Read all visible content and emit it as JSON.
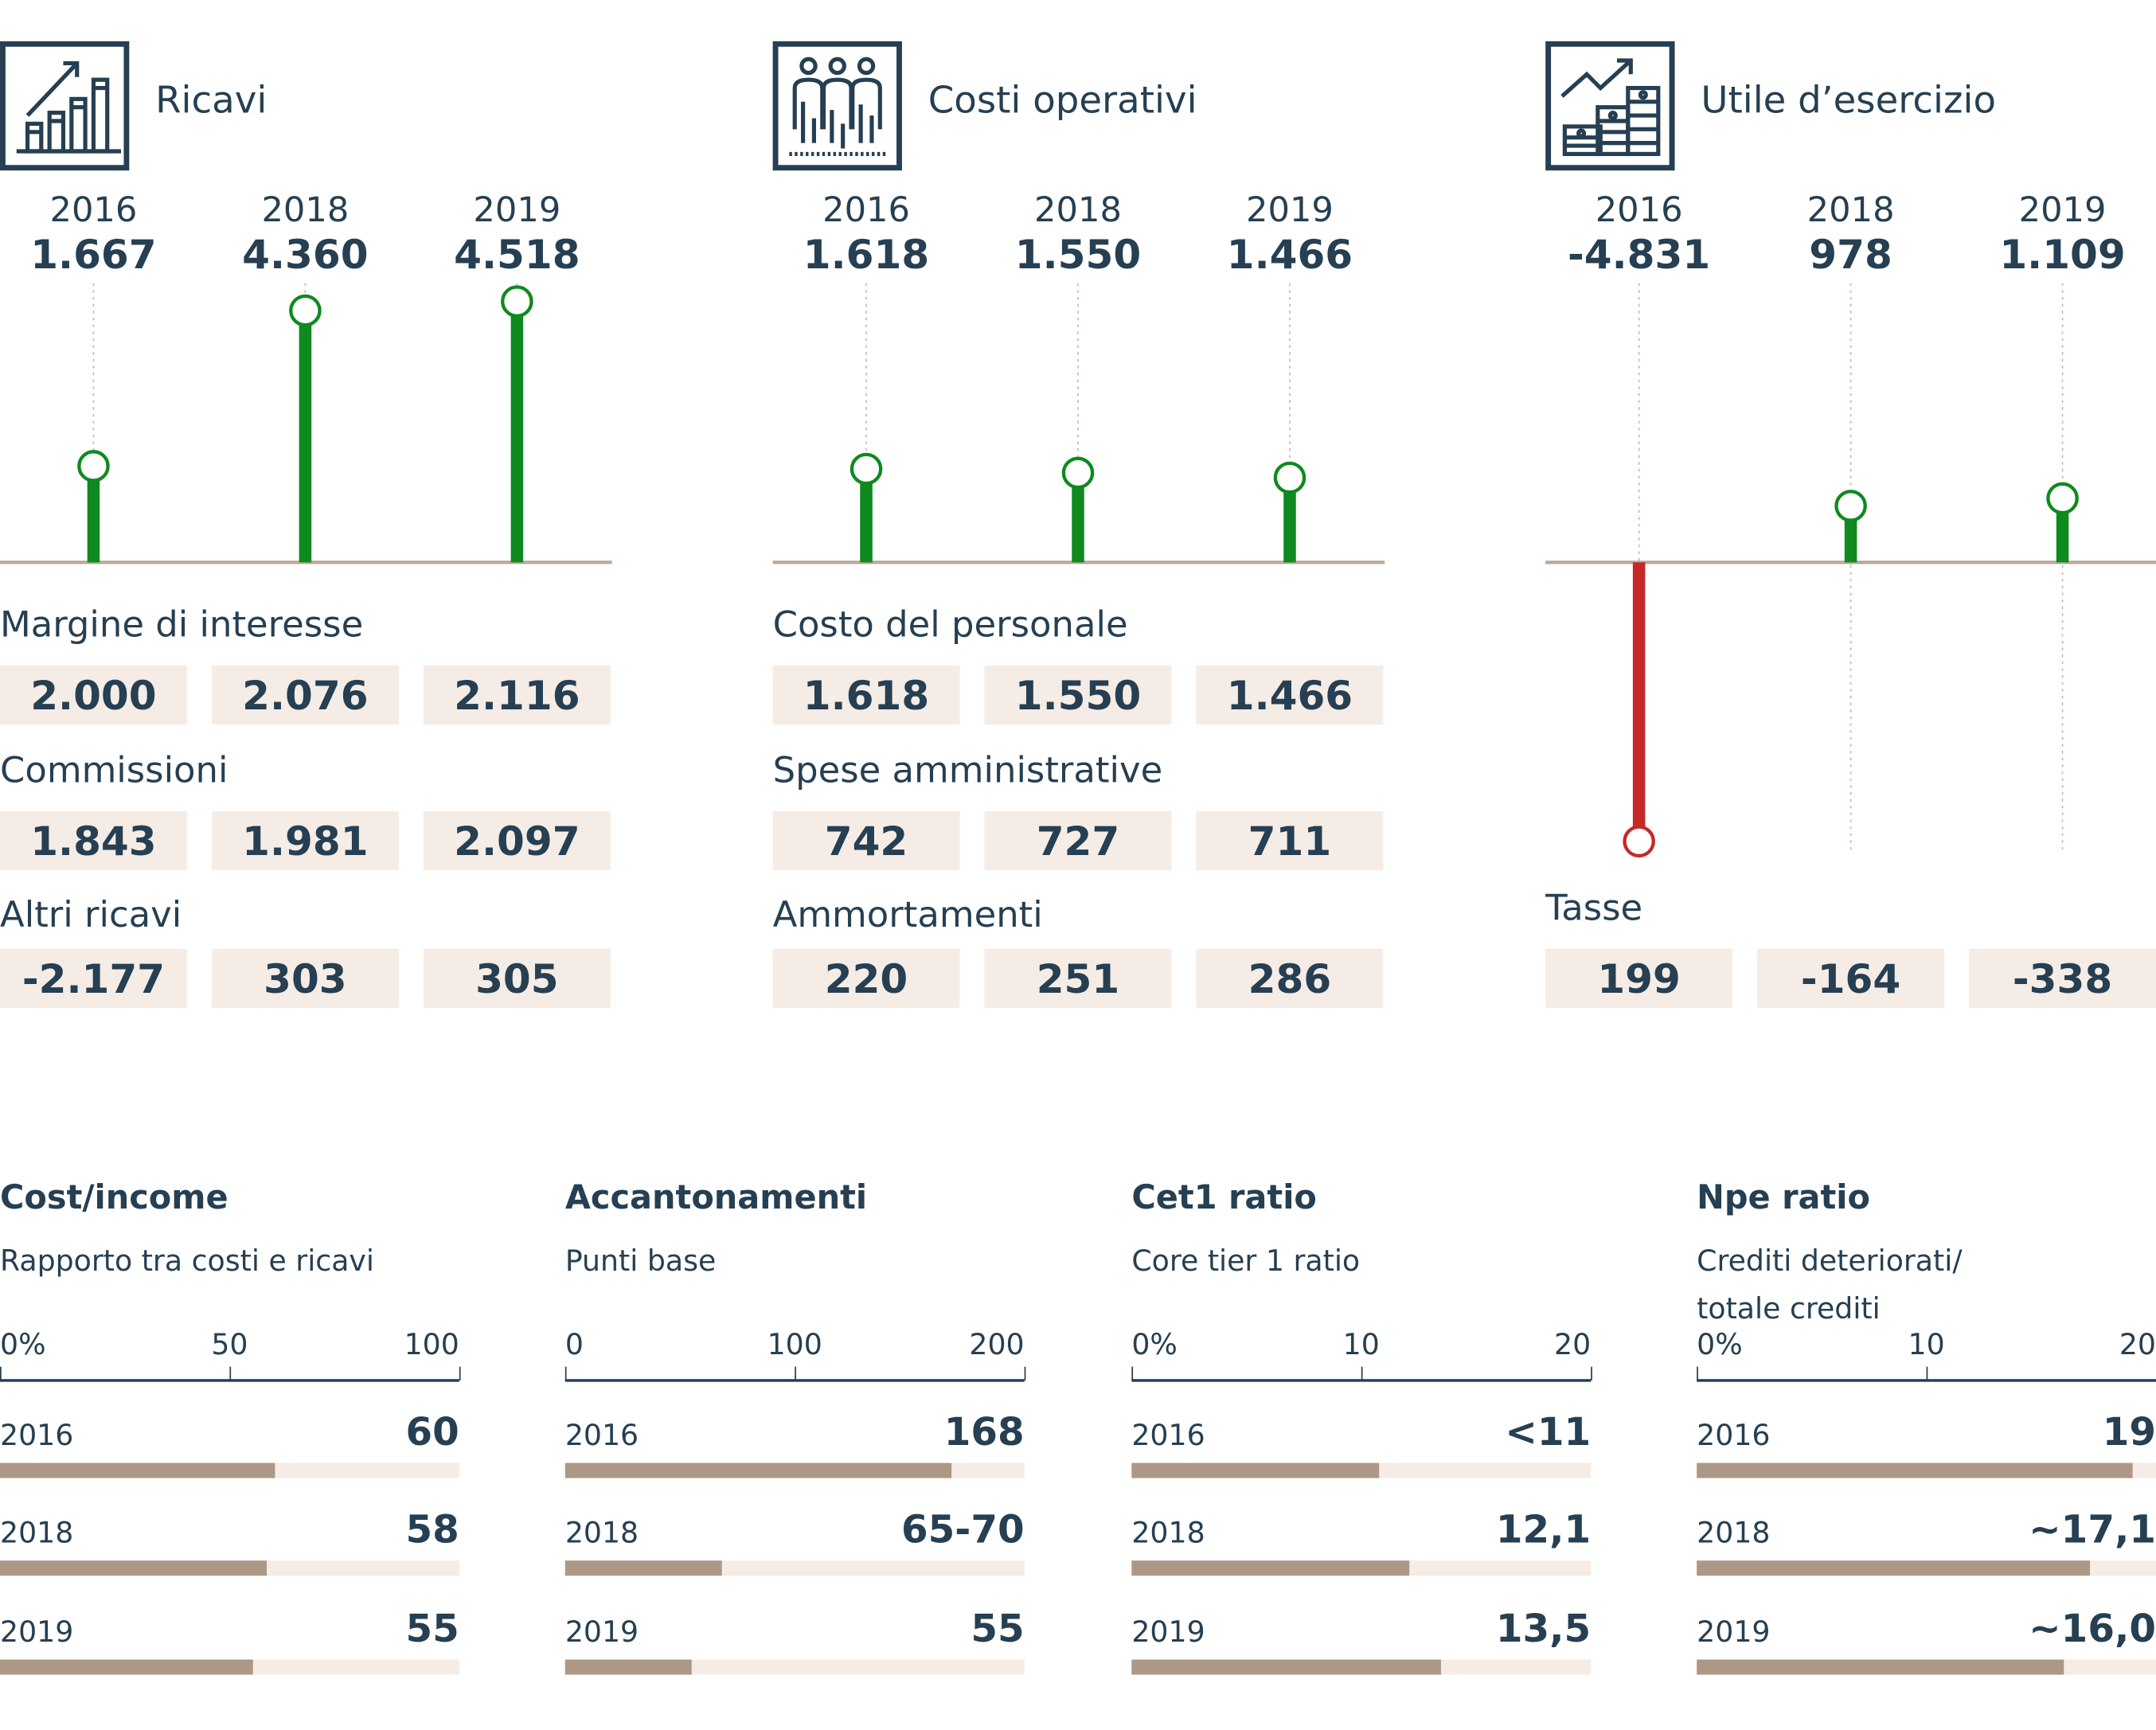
{
  "colors": {
    "text": "#263f52",
    "positive": "#0e8a1f",
    "negative": "#c62828",
    "bar": "#ad9886",
    "track": "#f5ece6",
    "baseline": "#b9a99a"
  },
  "chart_data": [
    {
      "type": "lollipop",
      "title": "Ricavi",
      "icon": "chart-growth-icon",
      "categories": [
        "2016",
        "2018",
        "2019"
      ],
      "labels": [
        "1.667",
        "4.360",
        "4.518"
      ],
      "values": [
        1667,
        4360,
        4518
      ],
      "details": [
        {
          "label": "Margine di interesse",
          "values": [
            "2.000",
            "2.076",
            "2.116"
          ]
        },
        {
          "label": "Commissioni",
          "values": [
            "1.843",
            "1.981",
            "2.097"
          ]
        },
        {
          "label": "Altri ricavi",
          "values": [
            "-2.177",
            "303",
            "305"
          ]
        }
      ]
    },
    {
      "type": "lollipop",
      "title": "Costi operativi",
      "icon": "people-chart-icon",
      "categories": [
        "2016",
        "2018",
        "2019"
      ],
      "labels": [
        "1.618",
        "1.550",
        "1.466"
      ],
      "values": [
        1618,
        1550,
        1466
      ],
      "details": [
        {
          "label": "Costo del personale",
          "values": [
            "1.618",
            "1.550",
            "1.466"
          ]
        },
        {
          "label": "Spese amministrative",
          "values": [
            "742",
            "727",
            "711"
          ]
        },
        {
          "label": "Ammortamenti",
          "values": [
            "220",
            "251",
            "286"
          ]
        }
      ]
    },
    {
      "type": "lollipop",
      "title": "Utile d’esercizio",
      "icon": "money-growth-icon",
      "categories": [
        "2016",
        "2018",
        "2019"
      ],
      "labels": [
        "-4.831",
        "978",
        "1.109"
      ],
      "values": [
        -4831,
        978,
        1109
      ],
      "details": [
        {
          "label": "Tasse",
          "values": [
            "199",
            "-164",
            "-338"
          ]
        }
      ]
    },
    {
      "type": "bar",
      "title": "Cost/income",
      "subtitle": [
        "Rapporto tra costi e ricavi"
      ],
      "ticks": [
        "0%",
        "50",
        "100"
      ],
      "xlim": [
        0,
        100
      ],
      "categories": [
        "2016",
        "2018",
        "2019"
      ],
      "labels": [
        "60",
        "58",
        "55"
      ],
      "values": [
        60,
        58,
        55
      ]
    },
    {
      "type": "bar",
      "title": "Accantonamenti",
      "subtitle": [
        "Punti base"
      ],
      "ticks": [
        "0",
        "100",
        "200"
      ],
      "xlim": [
        0,
        200
      ],
      "categories": [
        "2016",
        "2018",
        "2019"
      ],
      "labels": [
        "168",
        "65-70",
        "55"
      ],
      "values": [
        168,
        68,
        55
      ]
    },
    {
      "type": "bar",
      "title": "Cet1 ratio",
      "subtitle": [
        "Core tier 1 ratio"
      ],
      "ticks": [
        "0%",
        "10",
        "20"
      ],
      "xlim": [
        0,
        20
      ],
      "categories": [
        "2016",
        "2018",
        "2019"
      ],
      "labels": [
        "<11",
        "12,1",
        "13,5"
      ],
      "values": [
        10.8,
        12.1,
        13.5
      ]
    },
    {
      "type": "bar",
      "title": "Npe ratio",
      "subtitle": [
        "Crediti deteriorati/",
        "totale crediti"
      ],
      "ticks": [
        "0%",
        "10",
        "20"
      ],
      "xlim": [
        0,
        20
      ],
      "categories": [
        "2016",
        "2018",
        "2019"
      ],
      "labels": [
        "19",
        "~17,1",
        "~16,0"
      ],
      "values": [
        19,
        17.1,
        16.0
      ]
    }
  ]
}
